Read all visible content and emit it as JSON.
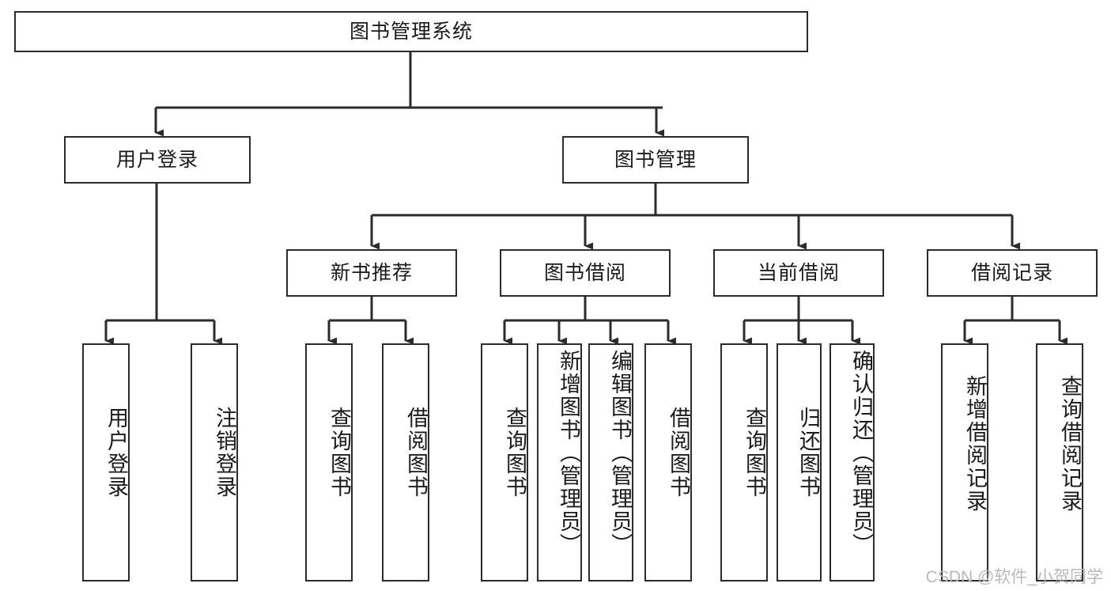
{
  "diagram": {
    "title": "图书管理系统",
    "type": "tree-hierarchy-chart",
    "watermark": "CSDN @软件_小贺同学",
    "colors": {
      "box_border": "#2b2b2b",
      "box_fill": "#ffffff",
      "connector": "#2b2b2b",
      "text": "#1a1a1a",
      "watermark": "#b9b9b9"
    },
    "root": {
      "label": "图书管理系统"
    },
    "level2": [
      {
        "label": "用户登录"
      },
      {
        "label": "图书管理"
      }
    ],
    "level3": [
      {
        "label": "新书推荐"
      },
      {
        "label": "图书借阅"
      },
      {
        "label": "当前借阅"
      },
      {
        "label": "借阅记录"
      }
    ],
    "leaves": {
      "user_login": [
        {
          "label": "用户登录"
        },
        {
          "label": "注销登录"
        }
      ],
      "new_book_recommend": [
        {
          "label": "查询图书"
        },
        {
          "label": "借阅图书"
        }
      ],
      "book_borrow": [
        {
          "label": "查询图书"
        },
        {
          "label": "新增图书（管理员）"
        },
        {
          "label": "编辑图书（管理员）"
        },
        {
          "label": "借阅图书"
        }
      ],
      "current_borrow": [
        {
          "label": "查询图书"
        },
        {
          "label": "归还图书"
        },
        {
          "label": "确认归还（管理员）"
        }
      ],
      "borrow_records": [
        {
          "label": "新增借阅记录"
        },
        {
          "label": "查询借阅记录"
        }
      ]
    }
  }
}
